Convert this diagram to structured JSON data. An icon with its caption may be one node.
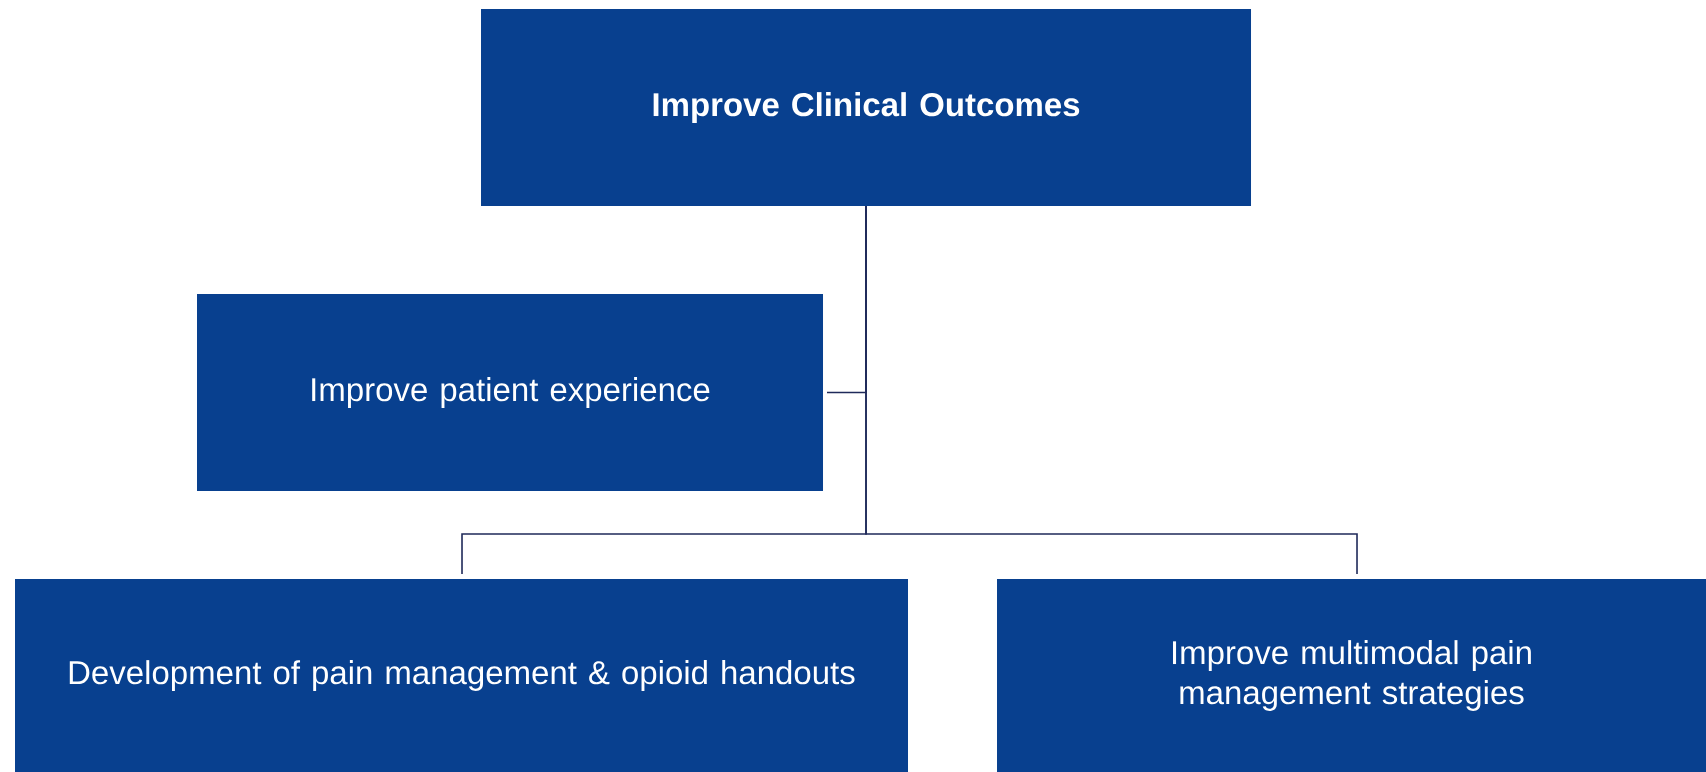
{
  "diagram": {
    "nodes": [
      {
        "text": [
          "Improve Clinical Outcomes"
        ]
      },
      {
        "text": [
          "Improve patient experience"
        ]
      },
      {
        "text": [
          "Development of pain management & opioid handouts"
        ]
      },
      {
        "text": [
          "Improve multimodal pain management strategies"
        ]
      }
    ],
    "edges": [
      {
        "from": 0,
        "to": 1,
        "arrow": "none"
      },
      {
        "from": 0,
        "to": 2,
        "arrow": "none"
      },
      {
        "from": 0,
        "to": 3,
        "arrow": "none"
      }
    ]
  }
}
